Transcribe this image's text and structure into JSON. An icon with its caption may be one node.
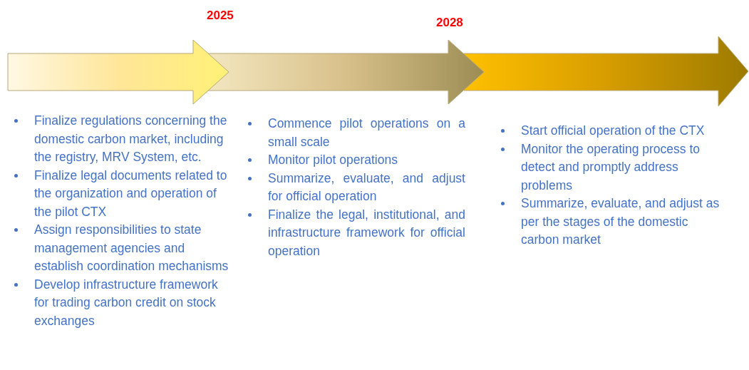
{
  "diagram": {
    "nodes": [
      {
        "text": [],
        "shape": "arrow",
        "beside": [
          "Finalize regulations concerning the domestic carbon market, including the registry, MRV System, etc.",
          "Finalize legal documents related to the organization and operation of the pilot CTX",
          "Assign responsibilities to state management agencies and establish coordination mechanisms",
          "Develop infrastructure framework for trading carbon credit on stock exchanges"
        ]
      },
      {
        "text": [],
        "shape": "arrow",
        "beside": [
          "Commence pilot operations on a small scale",
          "Monitor pilot operations",
          "Summarize, evaluate, and adjust for official operation",
          "Finalize the legal, institutional, and infrastructure framework for official operation"
        ]
      },
      {
        "text": [],
        "shape": "arrow",
        "beside": [
          "Start official operation of the CTX",
          "Monitor the operating process to detect and promptly address problems",
          "Summarize, evaluate, and adjust as per the stages of the domestic carbon market"
        ]
      }
    ],
    "edges": [],
    "labels": [
      "2025",
      "2028"
    ]
  }
}
